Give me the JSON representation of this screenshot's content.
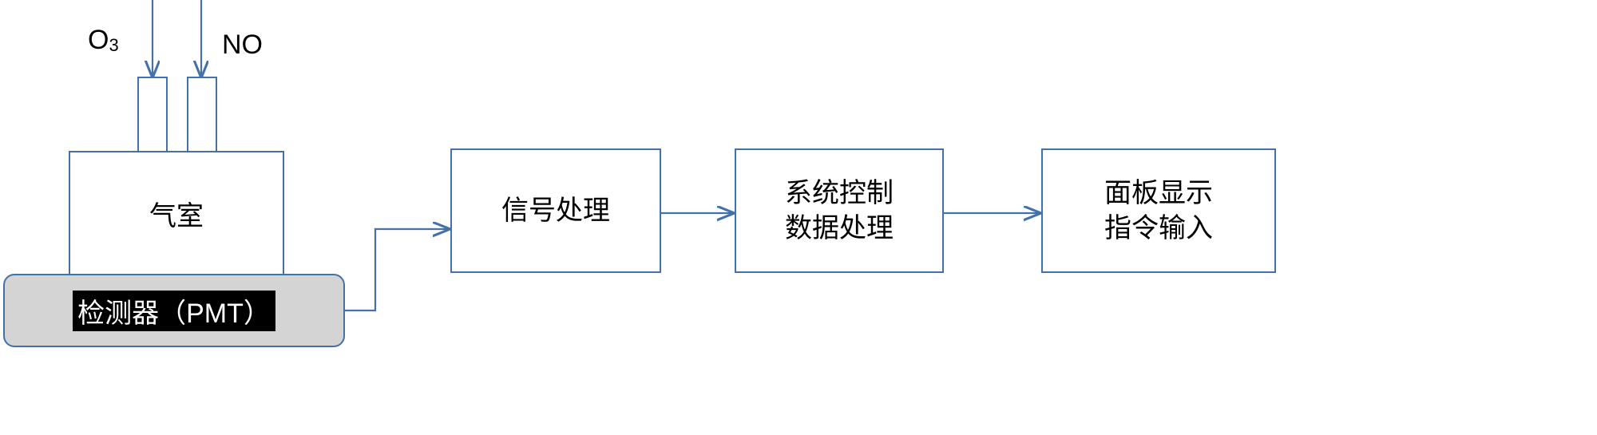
{
  "diagram": {
    "title": "NOx chemiluminescence analyzer block diagram",
    "colors": {
      "line": "#4472a8",
      "box_border": "#4472a8",
      "pmt_fill": "#d4d4d4",
      "highlight_bg": "#000000",
      "highlight_fg": "#ffffff",
      "text": "#000000",
      "background": "#ffffff"
    },
    "inlets": [
      {
        "id": "ozone",
        "label_html": "O<sub>3</sub>",
        "label_text": "O3"
      },
      {
        "id": "nitric-oxide",
        "label_html": "NO",
        "label_text": "NO"
      }
    ],
    "nodes": {
      "chamber": {
        "label": "气室"
      },
      "detector": {
        "label": "检测器（PMT）"
      },
      "signal_processing": {
        "label": "信号处理"
      },
      "system_control": {
        "label": "系统控制\n数据处理"
      },
      "panel_display": {
        "label": "面板显示\n指令输入"
      }
    },
    "flow_order": [
      "检测器（PMT）",
      "信号处理",
      "系统控制\n数据处理",
      "面板显示\n指令输入"
    ]
  }
}
